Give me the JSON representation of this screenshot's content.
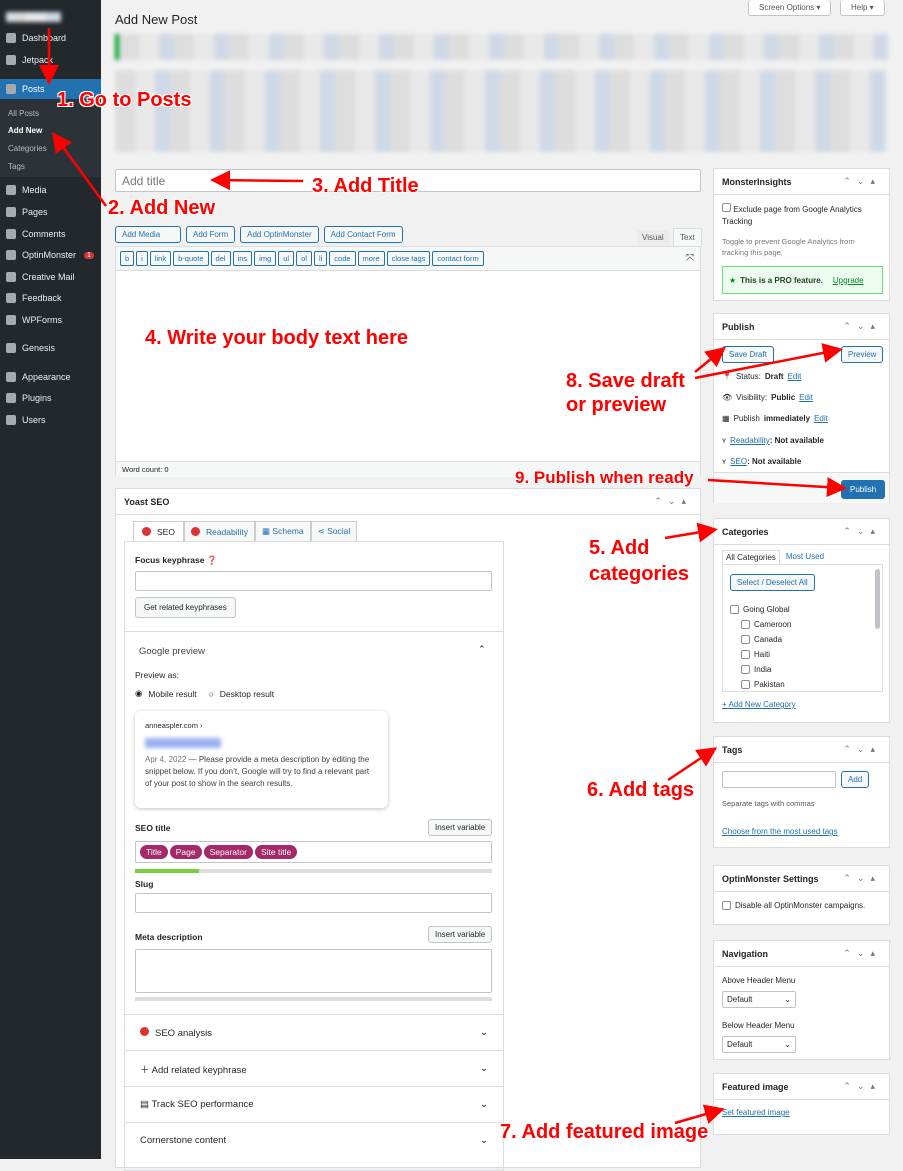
{
  "sidebar": {
    "items": [
      {
        "label": "Dashboard",
        "icon": "dashboard-icon"
      },
      {
        "label": "Jetpack",
        "icon": "jetpack-icon"
      },
      {
        "label": "Posts",
        "icon": "pin-icon",
        "active": true
      },
      {
        "label": "Media",
        "icon": "media-icon"
      },
      {
        "label": "Pages",
        "icon": "pages-icon"
      },
      {
        "label": "Comments",
        "icon": "comments-icon"
      },
      {
        "label": "OptinMonster",
        "icon": "optinmonster-icon",
        "badge": "1"
      },
      {
        "label": "Creative Mail",
        "icon": "creative-mail-icon"
      },
      {
        "label": "Feedback",
        "icon": "feedback-icon"
      },
      {
        "label": "WPForms",
        "icon": "wpforms-icon"
      },
      {
        "label": "Genesis",
        "icon": "genesis-icon"
      },
      {
        "label": "Appearance",
        "icon": "appearance-icon"
      },
      {
        "label": "Plugins",
        "icon": "plugins-icon"
      },
      {
        "label": "Users",
        "icon": "users-icon"
      }
    ],
    "submenu": [
      "All Posts",
      "Add New",
      "Categories",
      "Tags"
    ]
  },
  "top": {
    "screen_options": "Screen Options ▾",
    "help": "Help ▾"
  },
  "page_title": "Add New Post",
  "editor": {
    "title_placeholder": "Add title",
    "media_buttons": [
      "Add Media",
      "Add Form",
      "Add OptinMonster",
      "Add Contact Form"
    ],
    "tabs": [
      "Visual",
      "Text"
    ],
    "quicktags": [
      "b",
      "i",
      "link",
      "b-quote",
      "del",
      "ins",
      "img",
      "ul",
      "ol",
      "li",
      "code",
      "more",
      "close tags",
      "contact form"
    ],
    "word_count": "Word count: 0"
  },
  "yoast": {
    "title": "Yoast SEO",
    "tabs": [
      "SEO",
      "Readability",
      "Schema",
      "Social"
    ],
    "focus_label": "Focus keyphrase",
    "related_btn": "Get related keyphrases",
    "google_preview": "Google preview",
    "preview_as": "Preview as:",
    "mobile": "Mobile result",
    "desktop": "Desktop result",
    "site": "anneaspler.com ›",
    "date": "Apr 4, 2022",
    "snippet": "— Please provide a meta description by editing the snippet below. If you don’t, Google will try to find a relevant part of your post to show in the search results.",
    "seo_title": "SEO title",
    "insert_variable": "Insert variable",
    "pills": [
      "Title",
      "Page",
      "Separator",
      "Site title"
    ],
    "slug": "Slug",
    "meta_desc": "Meta description",
    "sections": [
      "SEO analysis",
      "Add related keyphrase",
      "Track SEO performance",
      "Cornerstone content"
    ]
  },
  "monsterinsights": {
    "title": "MonsterInsights",
    "exclude": "Exclude page from Google Analytics Tracking",
    "help": "Toggle to prevent Google Analytics from tracking this page.",
    "pro": "This is a PRO feature.",
    "upgrade": "Upgrade"
  },
  "publish": {
    "title": "Publish",
    "save_draft": "Save Draft",
    "preview": "Preview",
    "status_label": "Status:",
    "status": "Draft",
    "visibility_label": "Visibility:",
    "visibility": "Public",
    "publish_label": "Publish",
    "publish_when": "immediately",
    "edit": "Edit",
    "readability": "Readability",
    "seo": "SEO",
    "not_available": ": Not available",
    "publish_btn": "Publish"
  },
  "categories": {
    "title": "Categories",
    "tabs": [
      "All Categories",
      "Most Used"
    ],
    "select_all": "Select / Deselect All",
    "items": [
      "Going Global",
      "Cameroon",
      "Canada",
      "Haiti",
      "India",
      "Pakistan"
    ],
    "add_new": "+ Add New Category"
  },
  "tags": {
    "title": "Tags",
    "add": "Add",
    "hint": "Separate tags with commas",
    "choose": "Choose from the most used tags"
  },
  "optinmonster": {
    "title": "OptinMonster Settings",
    "disable": "Disable all OptinMonster campaigns."
  },
  "navigation": {
    "title": "Navigation",
    "above": "Above Header Menu",
    "below": "Below Header Menu",
    "value": "Default"
  },
  "featured": {
    "title": "Featured image",
    "set": "Set featured image"
  },
  "annotations": [
    "1. Go to Posts",
    "2. Add New",
    "3. Add Title",
    "4. Write your body text here",
    "5. Add categories",
    "6. Add tags",
    "7. Add featured image",
    "8. Save draft or preview",
    "9. Publish when ready"
  ],
  "colors": {
    "sidebar": "#23282d",
    "accent": "#2271b1",
    "annotation": "#ff0000",
    "yoast_pill": "#a4286a"
  }
}
